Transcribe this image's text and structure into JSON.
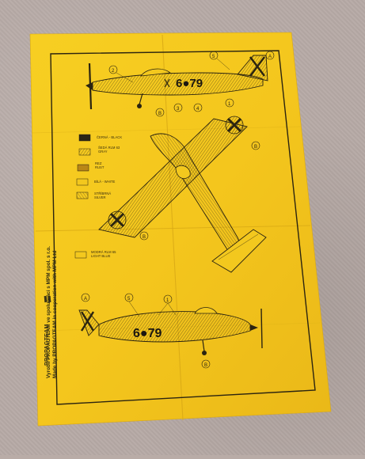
{
  "sheet": {
    "paper_color": "#f3c81e",
    "line_color": "#2b2410"
  },
  "legend": [
    {
      "id": "black",
      "label": "ČERNÁ - BLACK",
      "swatch": "#2b2516"
    },
    {
      "id": "gray",
      "label": "ŠEDÁ RLM 63\nGRAY",
      "swatch": "hatch"
    },
    {
      "id": "rust",
      "label": "REZ\nRUST",
      "swatch": "rust"
    },
    {
      "id": "white",
      "label": "BÍLÁ - WHITE",
      "swatch": "#f3c81e"
    },
    {
      "id": "silver",
      "label": "STŘÍBRNÁ\nSILVER",
      "swatch": "#f3c81e"
    },
    {
      "id": "lightblue",
      "label": "MODRÁ RLM 65\nLIGHT BLUE",
      "swatch": "#f3c81e"
    }
  ],
  "aircraft_code_top": "6●79",
  "aircraft_code_bottom": "6●79",
  "callouts": [
    "1",
    "2",
    "3",
    "4",
    "5",
    "A",
    "B"
  ],
  "credits": {
    "line1": "Vyrobil PROPAGTEAM ve spolupráci s MPM spol. s r.o.",
    "line2": "Made by PROPAGTEAM in cooperation with MPM Ltd",
    "brand": "PROPAGTEAM"
  }
}
